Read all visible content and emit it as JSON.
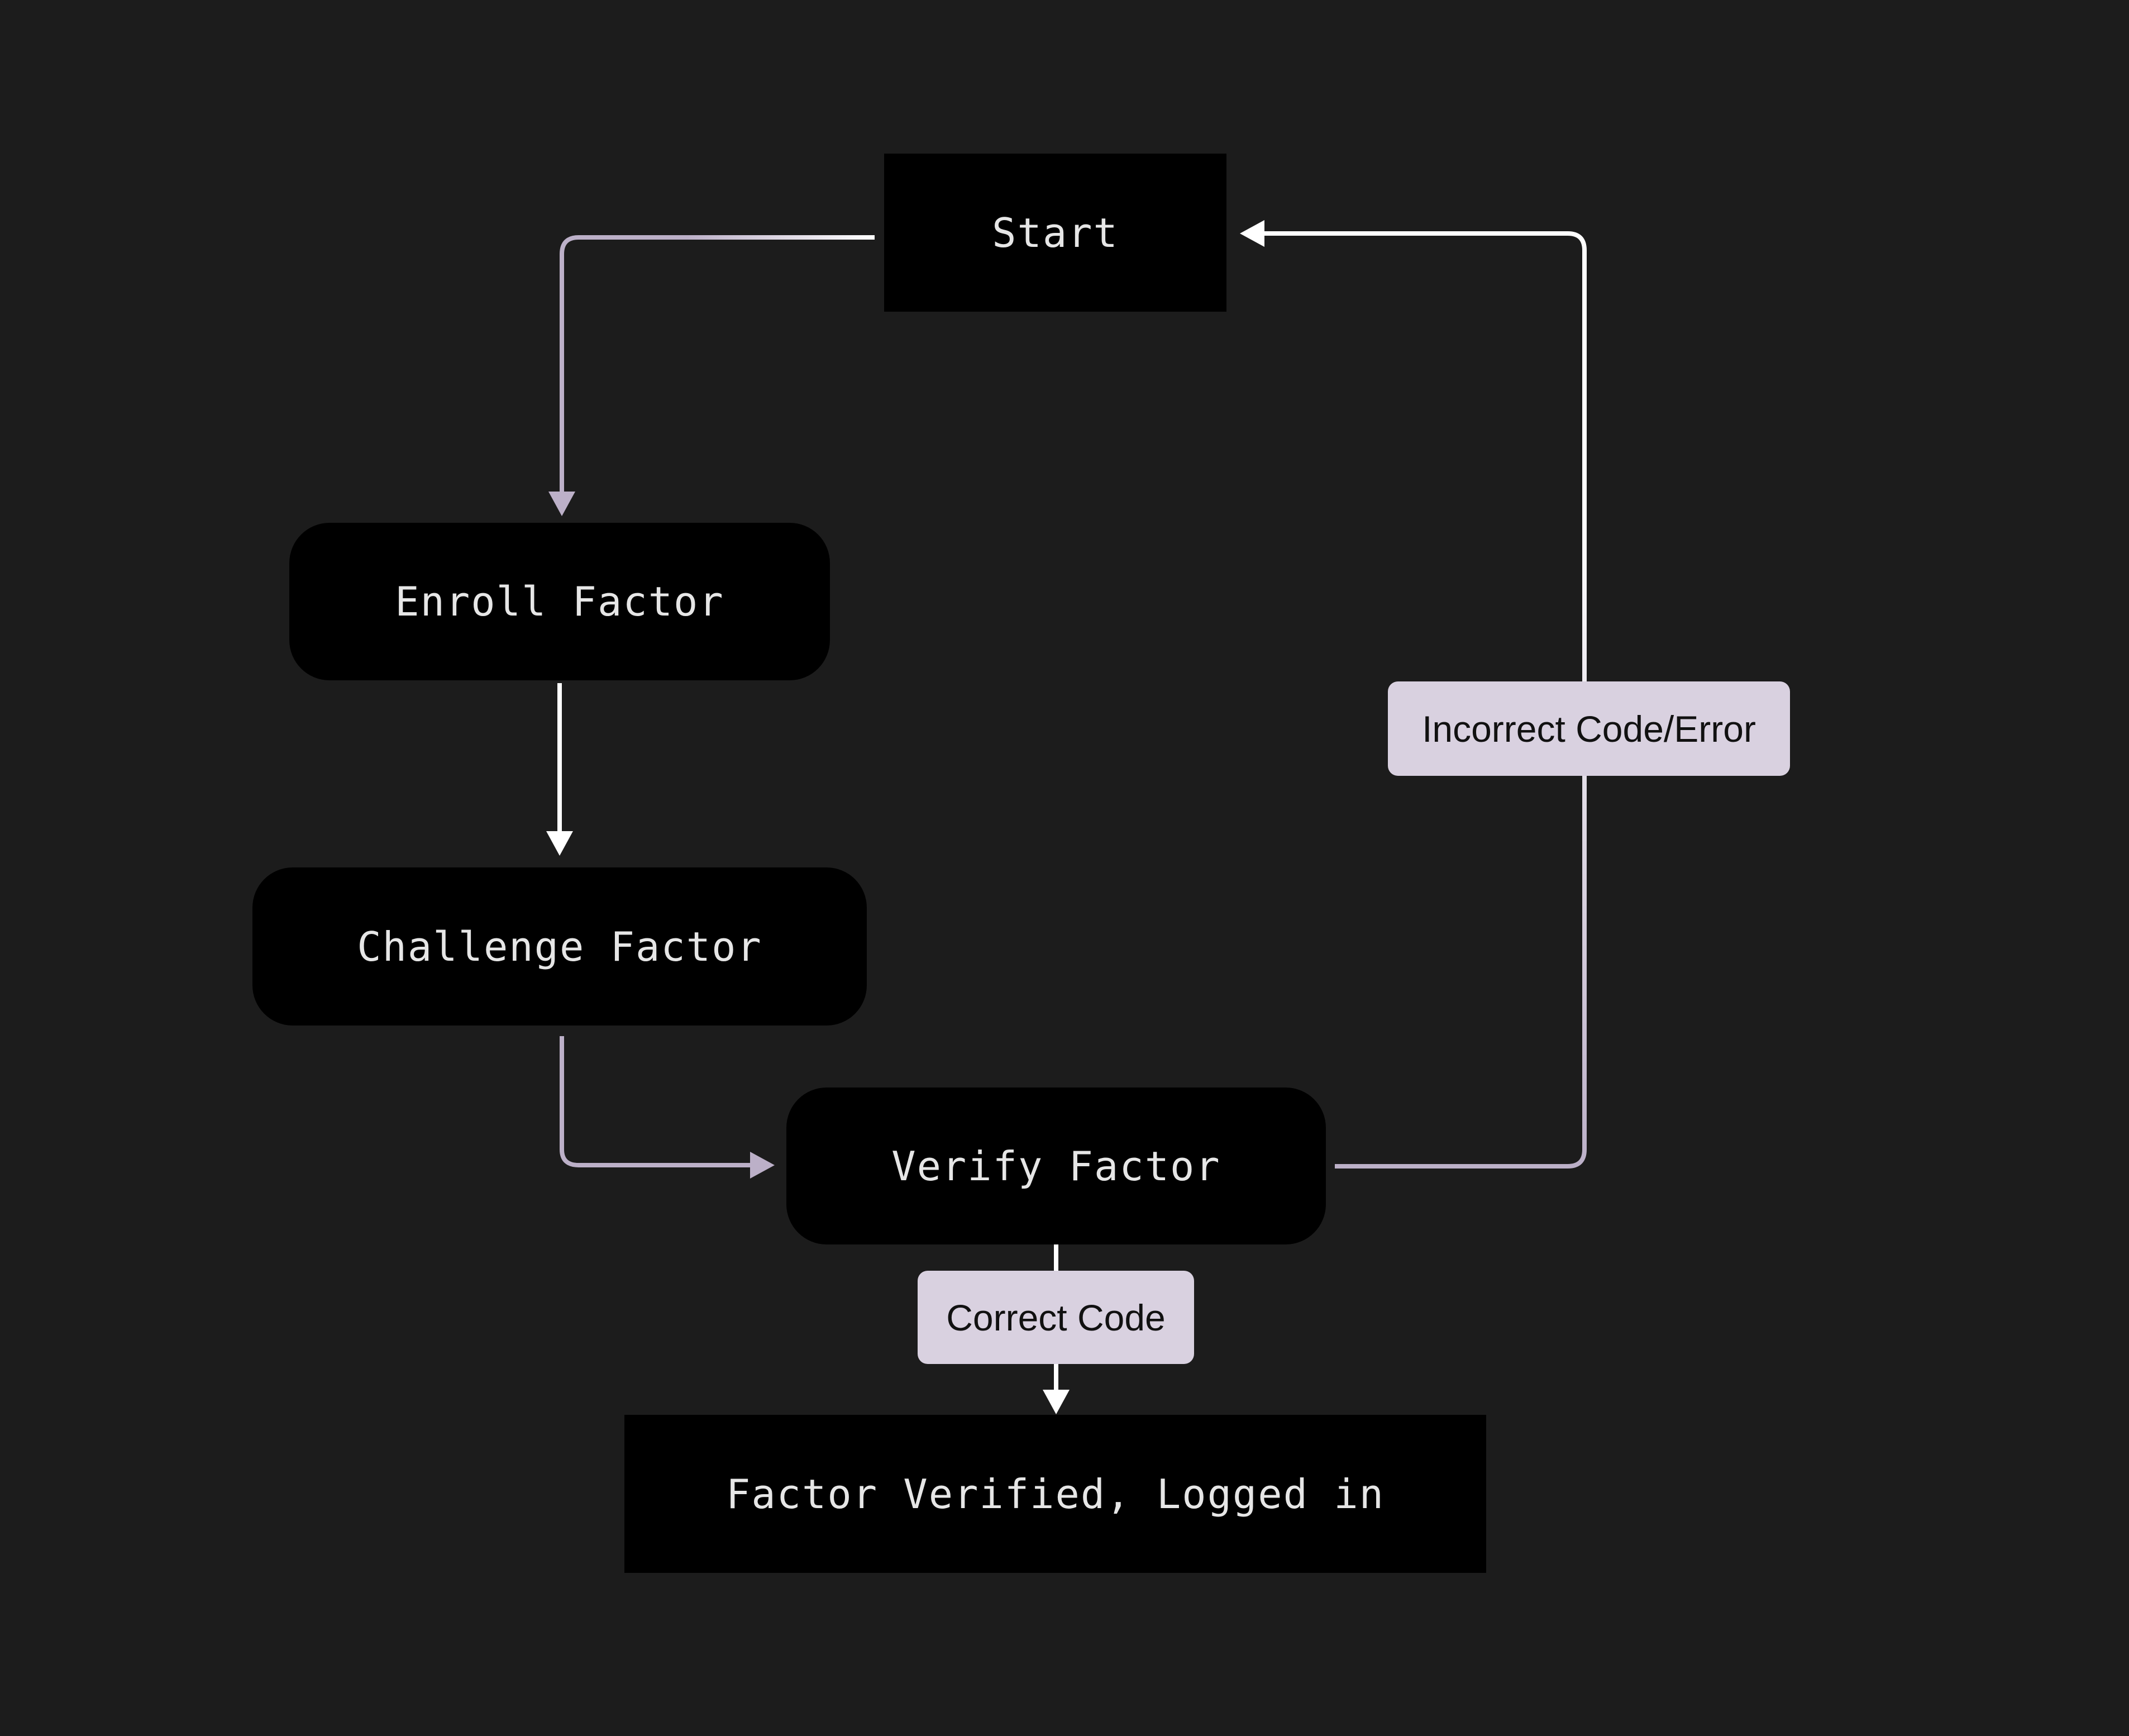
{
  "diagram": {
    "type": "flowchart",
    "nodes": {
      "start": "Start",
      "enroll": "Enroll Factor",
      "challenge": "Challenge Factor",
      "verify": "Verify Factor",
      "done": "Factor Verified, Logged in"
    },
    "edges": [
      {
        "from": "Start",
        "to": "Enroll Factor",
        "label": ""
      },
      {
        "from": "Enroll Factor",
        "to": "Challenge Factor",
        "label": ""
      },
      {
        "from": "Challenge Factor",
        "to": "Verify Factor",
        "label": ""
      },
      {
        "from": "Verify Factor",
        "to": "Start",
        "label": "Incorrect Code/Error"
      },
      {
        "from": "Verify Factor",
        "to": "Factor Verified, Logged in",
        "label": "Correct Code"
      }
    ],
    "edge_labels": {
      "incorrect": "Incorrect Code/Error",
      "correct": "Correct Code"
    },
    "colors": {
      "background": "#1c1c1c",
      "node": "#000000",
      "edge": "#bcb0c8",
      "edge_label_bg": "#d9d1e0"
    }
  }
}
